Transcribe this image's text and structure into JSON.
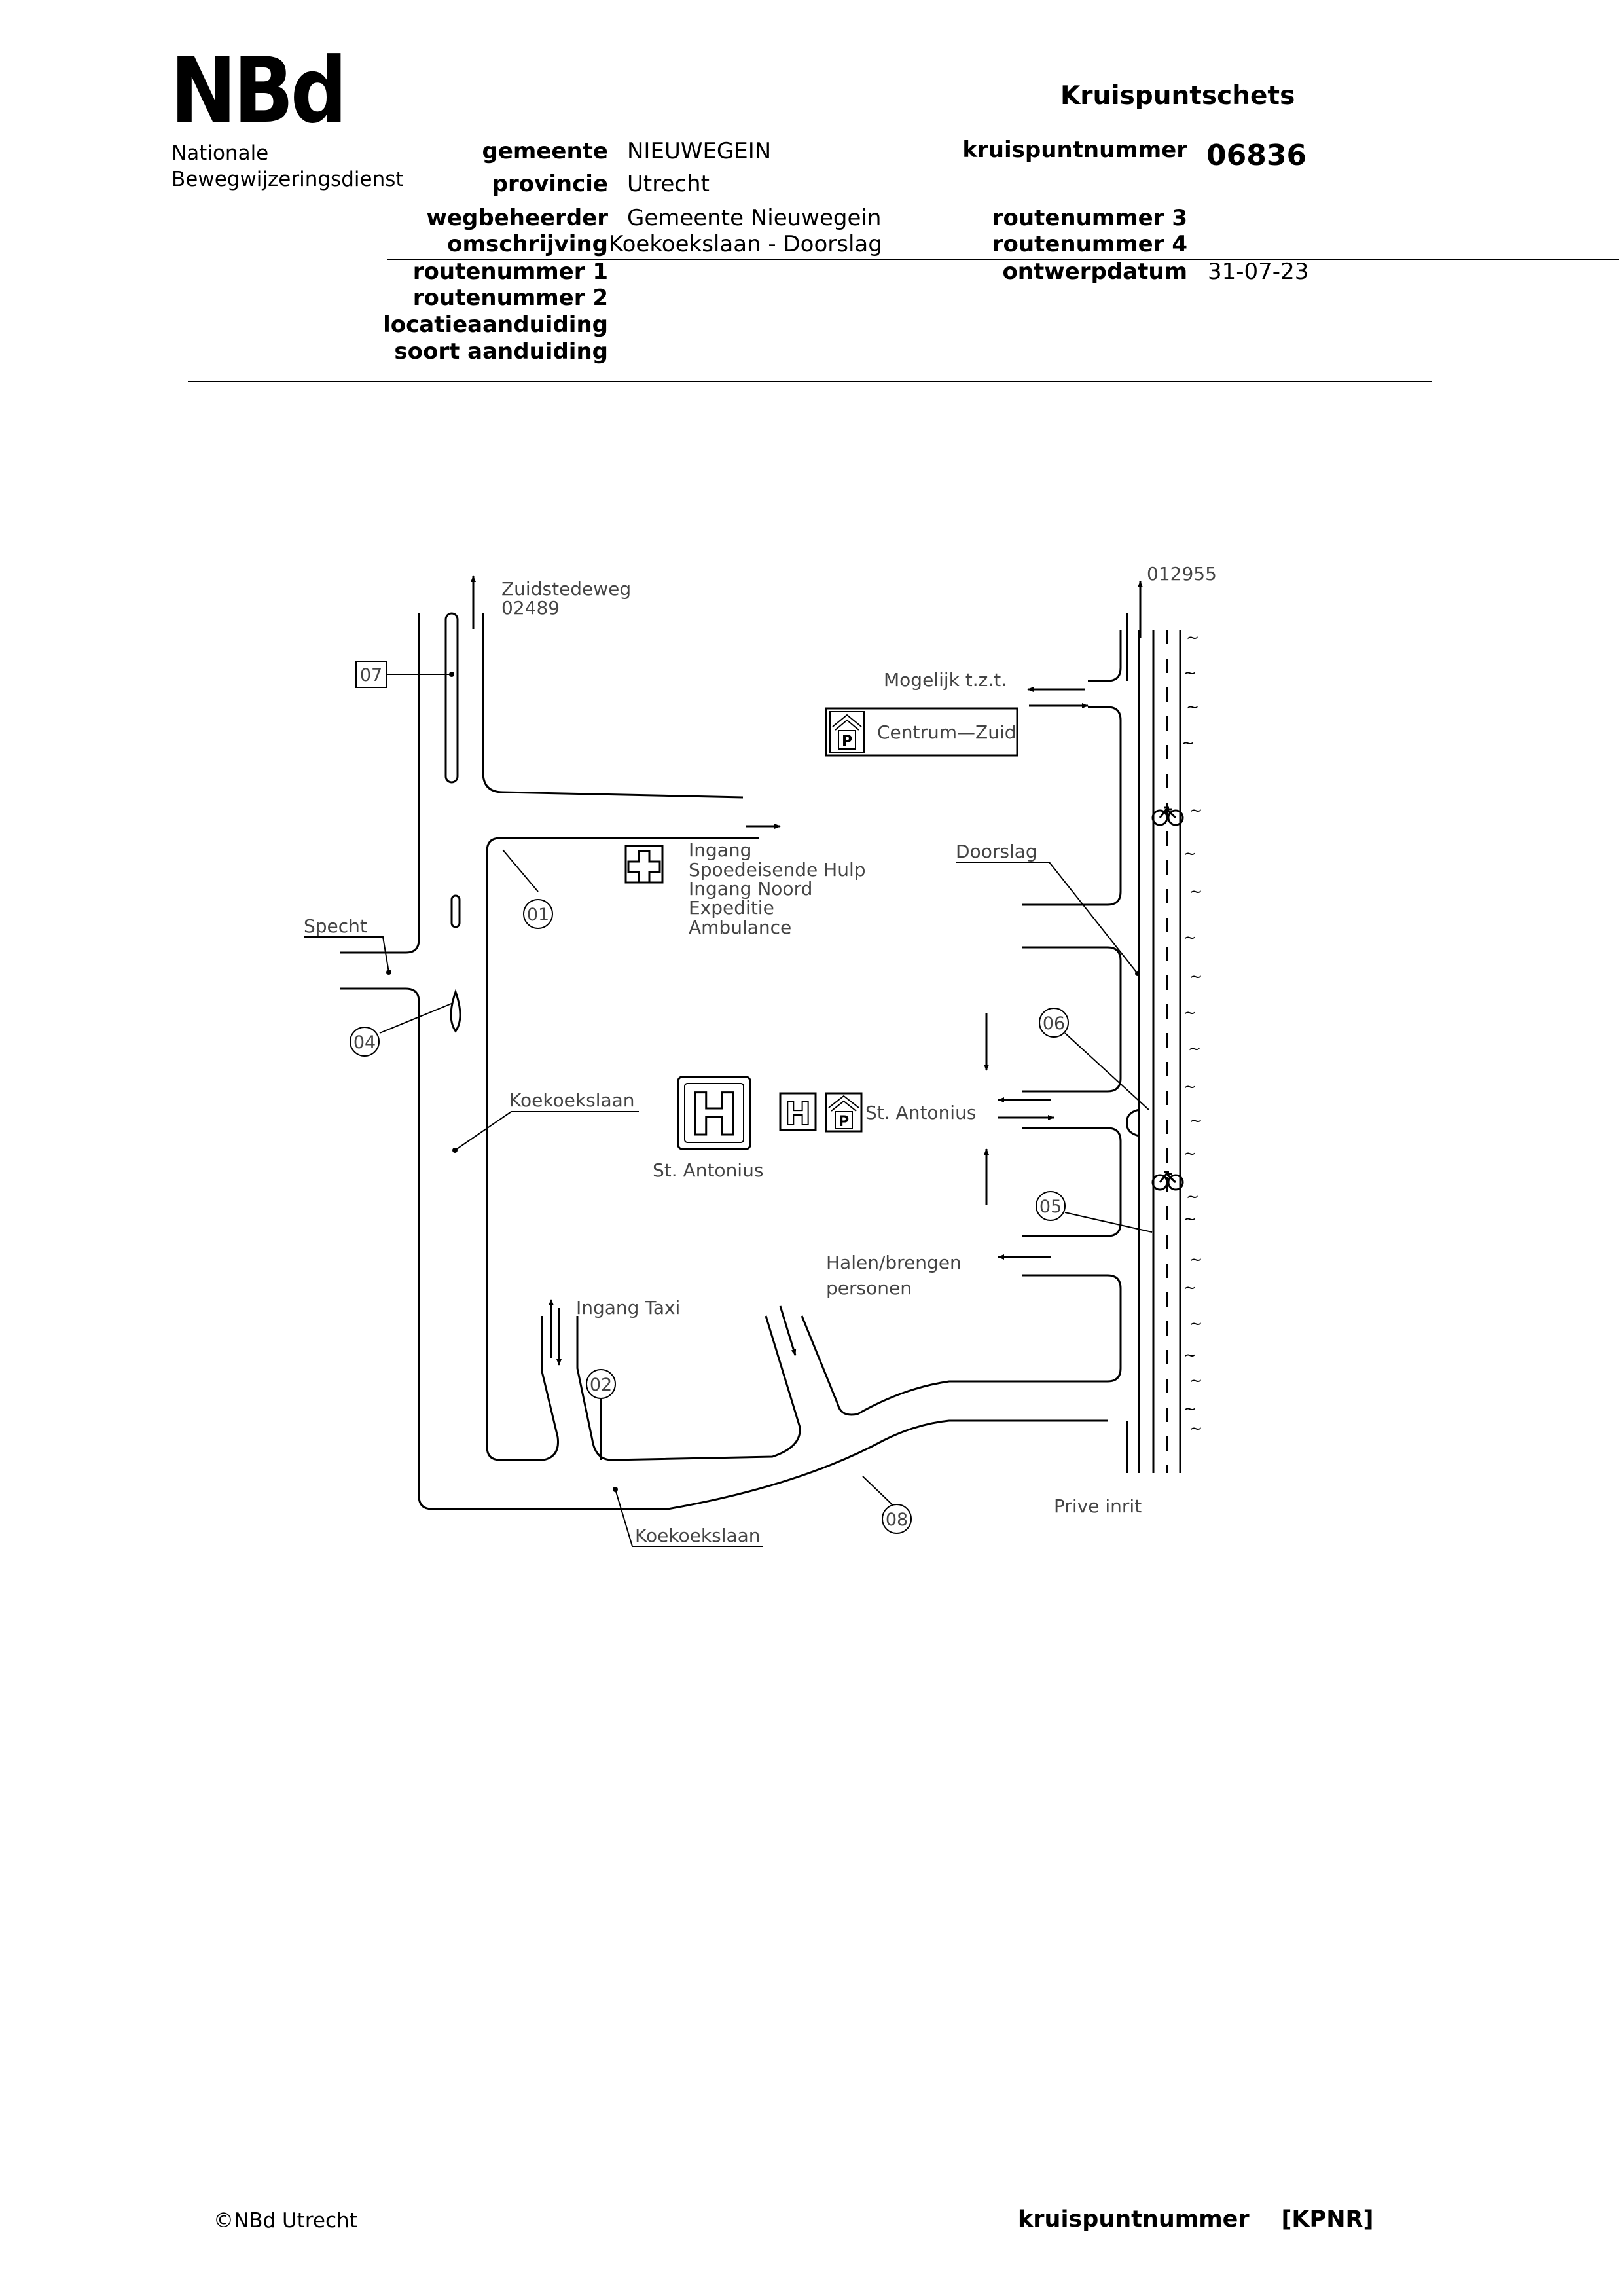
{
  "logo": {
    "mark": "NBd",
    "line1": "Nationale",
    "line2": "Bewegwijzeringsdienst"
  },
  "title": "Kruispuntschets",
  "header_left": {
    "gemeente": {
      "label": "gemeente",
      "value": "NIEUWEGEIN"
    },
    "provincie": {
      "label": "provincie",
      "value": "Utrecht"
    },
    "wegbeheerder": {
      "label": "wegbeheerder",
      "value": "Gemeente Nieuwegein"
    },
    "omschrijving": {
      "label": "omschrijving",
      "value": "Koekoekslaan - Doorslag"
    },
    "routenummer1": {
      "label": "routenummer 1",
      "value": ""
    },
    "routenummer2": {
      "label": "routenummer 2",
      "value": ""
    },
    "locatie": {
      "label": "locatieaanduiding",
      "value": ""
    },
    "soort": {
      "label": "soort aanduiding",
      "value": ""
    }
  },
  "header_right": {
    "kruispuntnummer": {
      "label": "kruispuntnummer",
      "value": "06836"
    },
    "routenummer3": {
      "label": "routenummer 3",
      "value": ""
    },
    "routenummer4": {
      "label": "routenummer 4",
      "value": ""
    },
    "ontwerpdatum": {
      "label": "ontwerpdatum",
      "value": "31-07-23"
    }
  },
  "map": {
    "zuidstedeweg": "Zuidstedeweg",
    "zuidstedeweg_nr": "02489",
    "road_012955": "012955",
    "mogelijk": "Mogelijk  t.z.t.",
    "centrum_zuid": "Centrum—Zuid",
    "ingang": "Ingang",
    "spoedeisende": "Spoedeisende  Hulp",
    "ingang_noord": "Ingang  Noord",
    "expeditie": "Expeditie",
    "ambulance": "Ambulance",
    "doorslag": "Doorslag",
    "specht": "Specht",
    "koekoekslaan_1": "Koekoekslaan",
    "koekoekslaan_2": "Koekoekslaan",
    "st_antonius_1": "St.  Antonius",
    "st_antonius_2": "St.  Antonius",
    "halen": "Halen/brengen",
    "personen": "personen",
    "ingang_taxi": "Ingang  Taxi",
    "prive": "Prive  inrit",
    "hospital_letter": "H",
    "parking_letter": "P",
    "markers": [
      "07",
      "01",
      "04",
      "06",
      "05",
      "02",
      "08"
    ]
  },
  "footer": {
    "copyright": "©NBd Utrecht",
    "kpnr_label": "kruispuntnummer",
    "kpnr_value": "[KPNR]"
  }
}
